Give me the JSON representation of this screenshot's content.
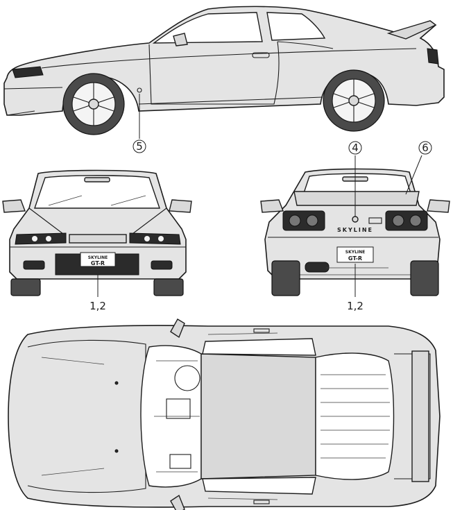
{
  "views": {
    "side": {
      "callouts": [
        "5"
      ]
    },
    "front": {
      "callouts": [
        "1,2"
      ],
      "plate_line1": "SKYLINE",
      "plate_line2": "GT-R"
    },
    "rear": {
      "callouts": [
        "4",
        "6",
        "1,2"
      ],
      "rear_lettering": "SKYLINE",
      "plate_line1": "SKYLINE",
      "plate_line2": "GT-R"
    },
    "top": {}
  },
  "colors": {
    "line": "#1c1c1c",
    "body_fill": "#e4e4e4",
    "background": "#ffffff"
  }
}
